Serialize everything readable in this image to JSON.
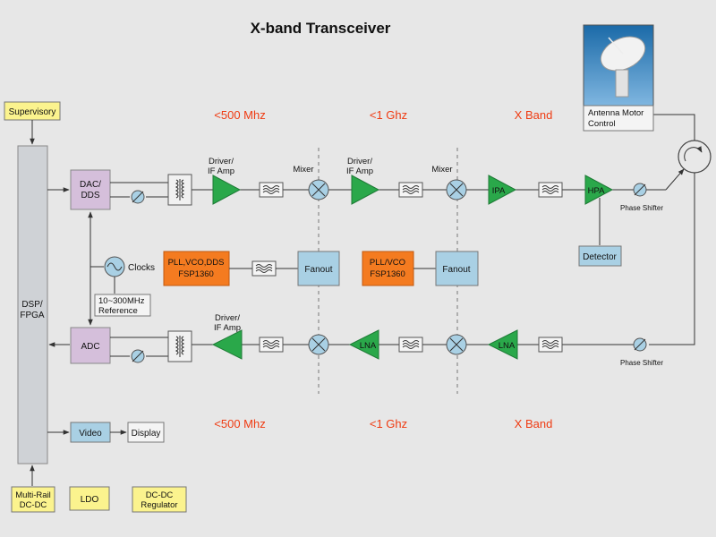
{
  "title": "X-band Transceiver",
  "bands": {
    "top": [
      "<500 Mhz",
      "<1 Ghz",
      "X Band"
    ],
    "bottom": [
      "<500 Mhz",
      "<1 Ghz",
      "X Band"
    ]
  },
  "blocks": {
    "supervisory": "Supervisory",
    "dsp_line1": "DSP/",
    "dsp_line2": "FPGA",
    "dac_line1": "DAC/",
    "dac_line2": "DDS",
    "adc": "ADC",
    "clocks": "Clocks",
    "reference_line1": "10~300MHz",
    "reference_line2": "Reference",
    "pll1_line1": "PLL,VCO,DDS",
    "pll1_line2": "FSP1360",
    "pll2_line1": "PLL/VCO",
    "pll2_line2": "FSP1360",
    "fanout": "Fanout",
    "detector": "Detector",
    "antenna_line1": "Antenna Motor",
    "antenna_line2": "Control",
    "video": "Video",
    "display": "Display",
    "multirail_line1": "Multi-Rail",
    "multirail_line2": "DC-DC",
    "ldo": "LDO",
    "dcdc_line1": "DC-DC",
    "dcdc_line2": "Regulator"
  },
  "labels": {
    "driver_line1": "Driver/",
    "driver_line2": "IF Amp",
    "mixer": "Mixer",
    "ipa": "IPA",
    "hpa": "HPA",
    "lna": "LNA",
    "phase_shifter": "Phase Shifter"
  },
  "colors": {
    "band_text": "#ef3b12",
    "orange": "#f47b20",
    "yellow": "#fbf38e",
    "lilac": "#d5bfdb",
    "blue": "#a9d0e4",
    "amp_green": "#2aa84a",
    "gray_block": "#cfd2d6"
  },
  "icons": [
    "satellite-dish-icon",
    "circulator-icon",
    "mixer-icon",
    "filter-icon",
    "transformer-icon",
    "phase-shifter-icon",
    "oscillator-icon"
  ]
}
